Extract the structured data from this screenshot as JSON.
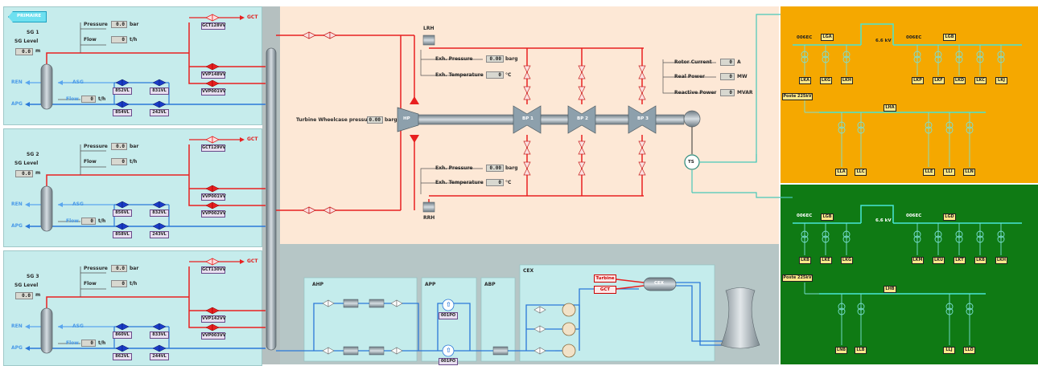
{
  "primaire_label": "PRIMAIRE",
  "units": {
    "bar": "bar",
    "th": "t/h",
    "m": "m",
    "barg": "barg",
    "degc": "°C",
    "a": "A",
    "mw": "MW",
    "mvar": "MVAR"
  },
  "steam_generators": [
    {
      "name": "SG 1",
      "pressure_label": "Pressure",
      "pressure": "0.0",
      "flow_label": "Flow",
      "flow": "0",
      "level_label": "SG Level",
      "level": "0.0",
      "feed_flow_label": "Flow",
      "feed_flow": "0",
      "gct_valve": "GCT128VV",
      "vvp_a": "VVP148VV",
      "vvp_b": "VVP001VV",
      "vl_a": "852VL",
      "vl_b": "831VL",
      "vl_c": "854VL",
      "vl_d": "242VL"
    },
    {
      "name": "SG 2",
      "pressure_label": "Pressure",
      "pressure": "0.0",
      "flow_label": "Flow",
      "flow": "0",
      "level_label": "SG Level",
      "level": "0.0",
      "feed_flow_label": "Flow",
      "feed_flow": "0",
      "gct_valve": "GCT129VV",
      "vvp_a": "VVP001VV",
      "vvp_b": "VVP002VV",
      "vl_a": "856VL",
      "vl_b": "832VL",
      "vl_c": "858VL",
      "vl_d": "243VL"
    },
    {
      "name": "SG 3",
      "pressure_label": "Pressure",
      "pressure": "0.0",
      "flow_label": "Flow",
      "flow": "0",
      "level_label": "SG Level",
      "level": "0.0",
      "feed_flow_label": "Flow",
      "feed_flow": "0",
      "gct_valve": "GCT130VV",
      "vvp_a": "VVP142VV",
      "vvp_b": "VVP003VV",
      "vl_a": "860VL",
      "vl_b": "833VL",
      "vl_c": "862VL",
      "vl_d": "244VL"
    }
  ],
  "sg_line_labels": {
    "ren": "REN",
    "asg": "ASG",
    "apg": "APG",
    "gct": "GCT"
  },
  "turbine": {
    "wheelcase_label": "Turbine Wheelcase pressure",
    "wheelcase_value": "0.00",
    "hp": "HP",
    "bp1": "BP 1",
    "bp2": "BP 2",
    "bp3": "BP 3",
    "lrh": "LRH",
    "rrh": "RRH",
    "exh_pressure_label": "Exh. Pressure",
    "exh_temperature_label": "Exh. Temperature",
    "top_exh_pressure": "0.00",
    "top_exh_temperature": "0",
    "bot_exh_pressure": "0.00",
    "bot_exh_temperature": "0"
  },
  "generator": {
    "rotor_current_label": "Rotor Current",
    "rotor_current": "0",
    "real_power_label": "Real Power",
    "real_power": "0",
    "reactive_power_label": "Reactive Power",
    "reactive_power": "0",
    "ts_label": "TS"
  },
  "condensate": {
    "ahp": "AHP",
    "app": "APP",
    "abp": "ABP",
    "cex": "CEX",
    "pump_top": "001PO",
    "pump_bot": "001PO",
    "turbine_tag": "Turbine",
    "gct_tag": "GCT",
    "cex_tank": "CEX"
  },
  "grid_top": {
    "bus_left": "006EC",
    "bus_left_tag": "LGA",
    "bus_right": "006EC",
    "bus_right_tag": "LGB",
    "voltage": "6.6 kV",
    "feeders_left": [
      "LKA",
      "LKG",
      "LKH"
    ],
    "feeders_right": [
      "LKP",
      "LKF",
      "LKD",
      "LKC",
      "LKJ"
    ],
    "poste": "Poste 225kV",
    "lower_bus_tag": "LHA",
    "lower_feeders": [
      "LLA",
      "LLC",
      "LLE",
      "LLI",
      "LLN"
    ],
    "color": "#f5a800"
  },
  "grid_bottom": {
    "bus_left": "006EC",
    "bus_left_tag": "LGB",
    "bus_right": "006EC",
    "bus_right_tag": "LGD",
    "voltage": "6.6 kV",
    "feeders_left": [
      "LKB",
      "LKE",
      "LKG"
    ],
    "feeders_right": [
      "LKM",
      "LKU",
      "LKT",
      "LKB",
      "LKH"
    ],
    "poste": "Poste 225kV",
    "lower_bus_tag": "LHB",
    "lower_feeders": [
      "LNB",
      "LLB",
      "LLJ",
      "LLO"
    ],
    "color": "#0f7a14"
  }
}
